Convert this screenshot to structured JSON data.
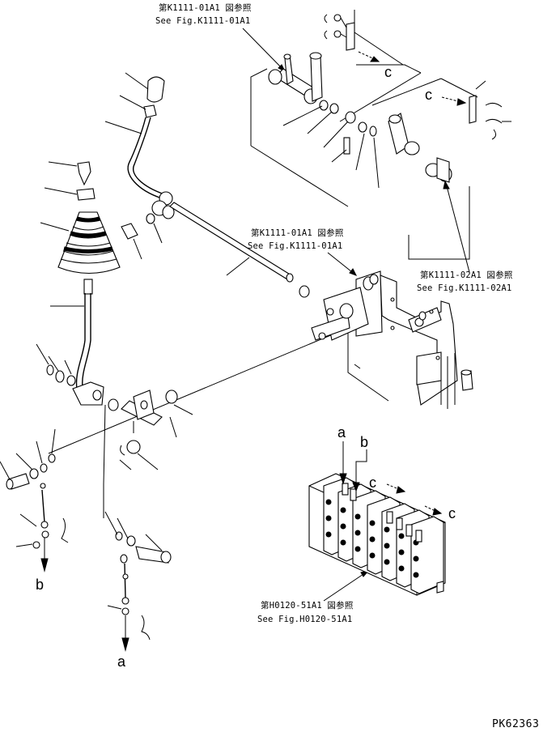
{
  "references": {
    "k1111_01a1_top": {
      "jp": "第K1111-01A1 図参照",
      "en": "See Fig.K1111-01A1"
    },
    "k1111_01a1_mid": {
      "jp": "第K1111-01A1 図参照",
      "en": "See Fig.K1111-01A1"
    },
    "k1111_02a1": {
      "jp": "第K1111-02A1 図参照",
      "en": "See Fig.K1111-02A1"
    },
    "h0120_51a1": {
      "jp": "第H0120-51A1 図参照",
      "en": "See Fig.H0120-51A1"
    }
  },
  "callouts": {
    "a": "a",
    "b": "b",
    "c": "c"
  },
  "drawing_code": "PK62363"
}
